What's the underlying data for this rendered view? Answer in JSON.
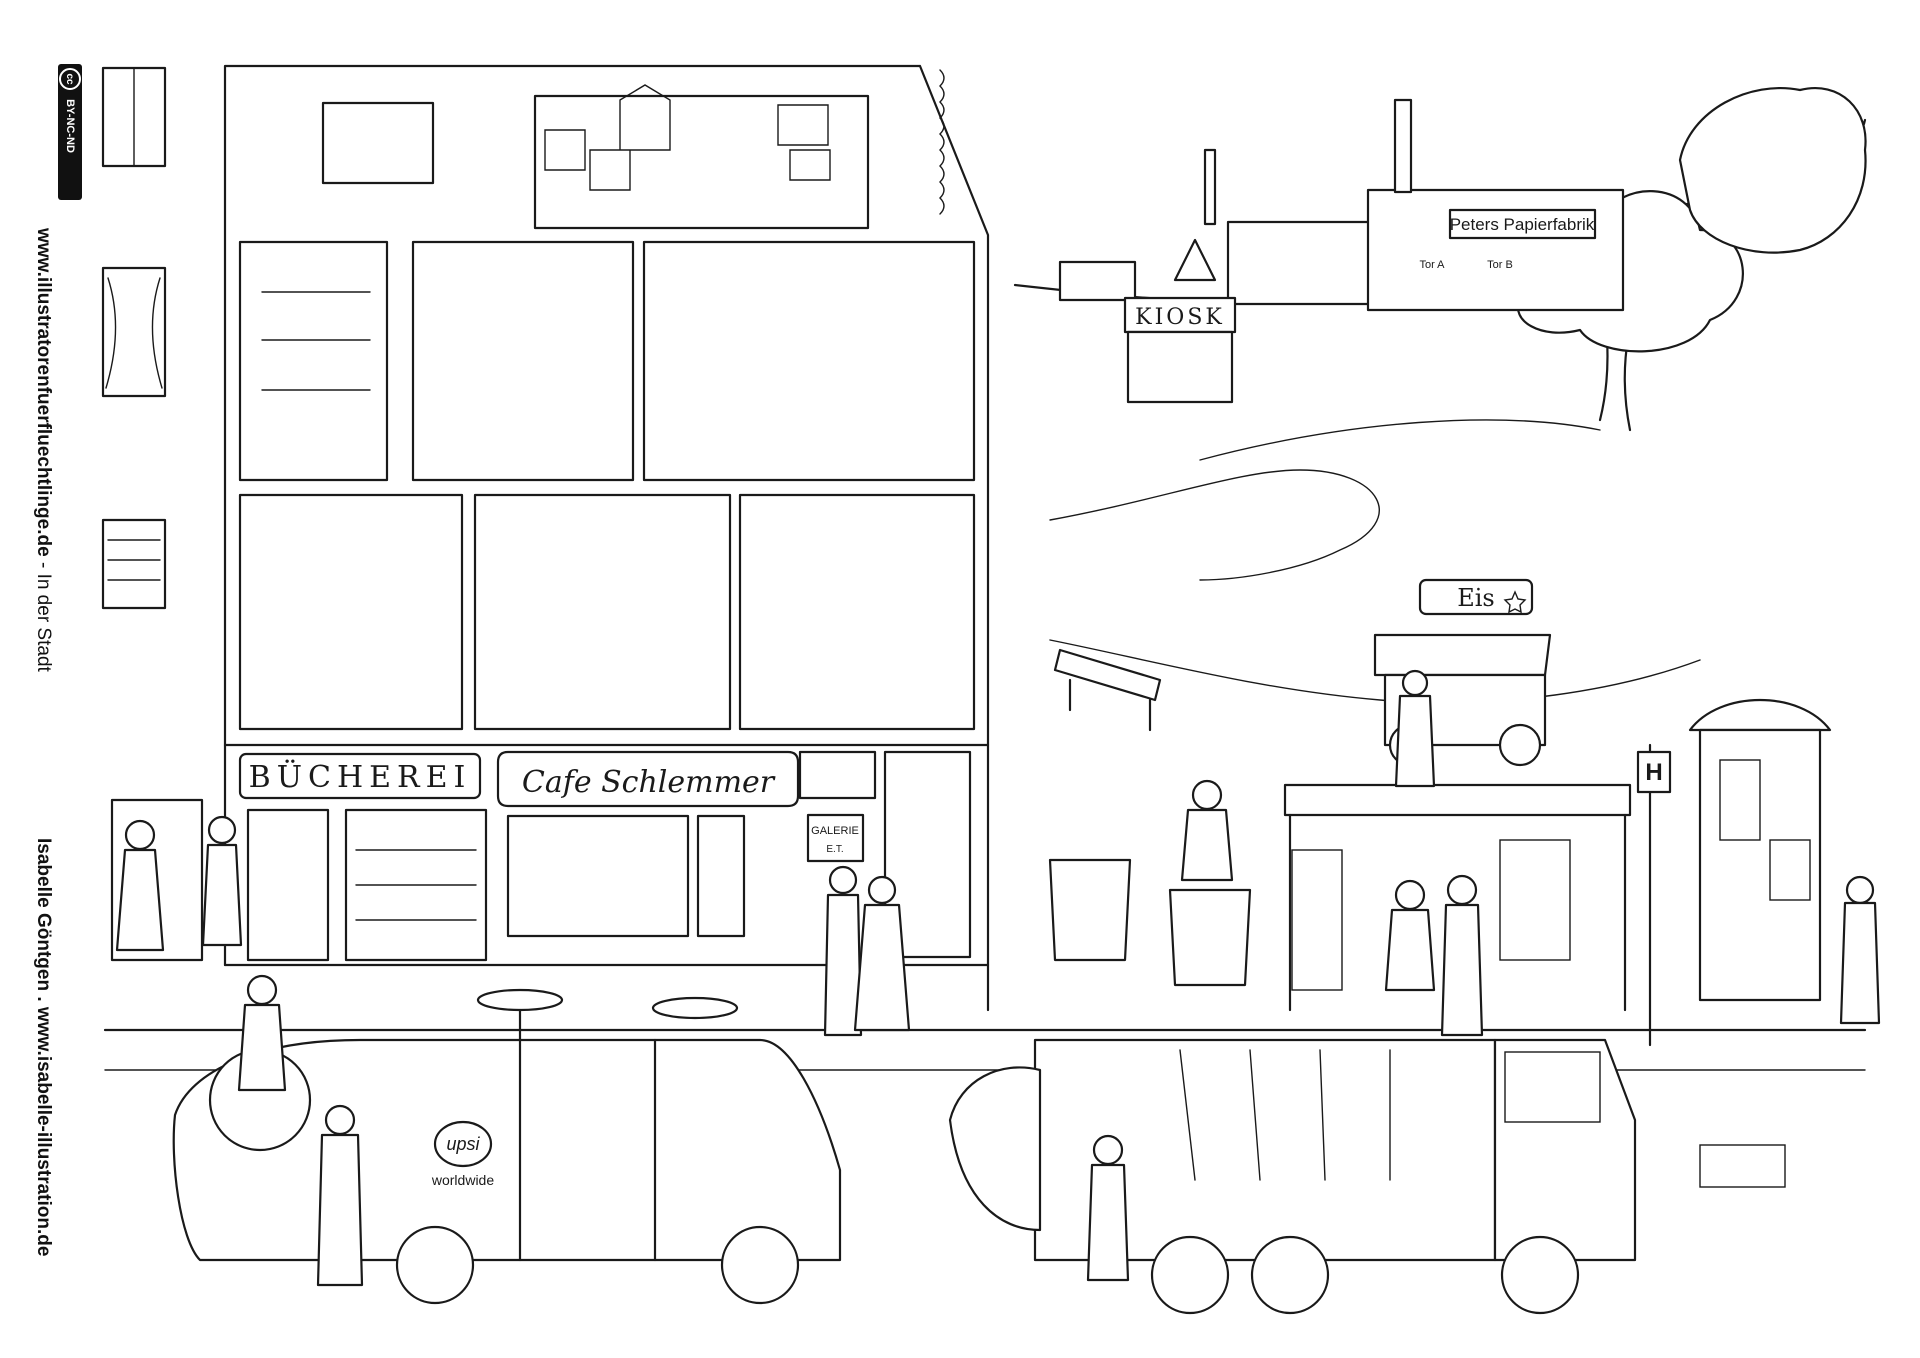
{
  "credits": {
    "website": "www.illustratorenfuerfluechtlinge.de",
    "separator": " - ",
    "title": "In der Stadt",
    "author_line": "Isabelle Göntgen . www.isabelle-illustration.de",
    "license_cc": "cc",
    "license": "BY-NC-ND"
  },
  "signs": {
    "library": "BÜCHEREI",
    "cafe": "Cafe Schlemmer",
    "gallery_line1": "GALERIE",
    "gallery_line2": "E.T.",
    "kiosk": "KIOSK",
    "factory": "Peters Papierfabrik",
    "gate_a": "Tor A",
    "gate_b": "Tor B",
    "ice_cream": "Eis",
    "bus_stop": "H",
    "van_logo": "upsi",
    "van_tagline": "worldwide"
  },
  "icons": [
    "cc-license-icon",
    "bus-stop-icon",
    "star-icon"
  ]
}
